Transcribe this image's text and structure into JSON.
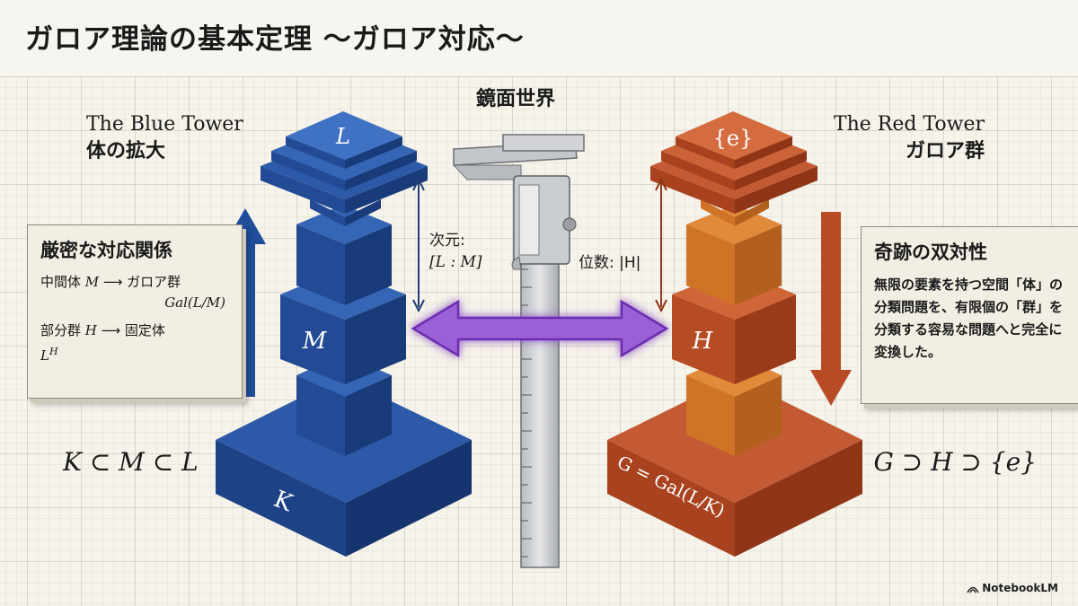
{
  "title": "ガロア理論の基本定理 ～ガロア対応～",
  "mirror_label": "鏡面世界",
  "blue": {
    "title_en": "The Blue Tower",
    "title_jp": "体の拡大",
    "top_label": "L",
    "mid_label": "M",
    "base_label": "K",
    "chain": "K ⊂ M ⊂ L",
    "dimension_label": "次元:",
    "dimension_value": "[L : M]",
    "color": "#1f4e9a"
  },
  "red": {
    "title_en": "The Red Tower",
    "title_jp": "ガロア群",
    "top_label": "{e}",
    "mid_label": "H",
    "base_label": "G = Gal(L/K)",
    "chain": "G ⊃ H ⊃ {e}",
    "order_label": "位数: |H|",
    "color": "#b84a26"
  },
  "note_left": {
    "heading": "厳密な対応関係",
    "line1_a": "中間体 ",
    "line1_var": "M",
    "line1_b": " ⟶ ガロア群",
    "line2": "Gal(L/M)",
    "line3_a": "部分群 ",
    "line3_var": "H",
    "line3_b": " ⟶ 固定体",
    "line4": "L",
    "line4_sup": "H"
  },
  "note_right": {
    "heading": "奇跡の双対性",
    "body": "無限の要素を持つ空間「体」の分類問題を、有限個の「群」を分類する容易な問題へと完全に変換した。"
  },
  "logo": "NotebookLM"
}
